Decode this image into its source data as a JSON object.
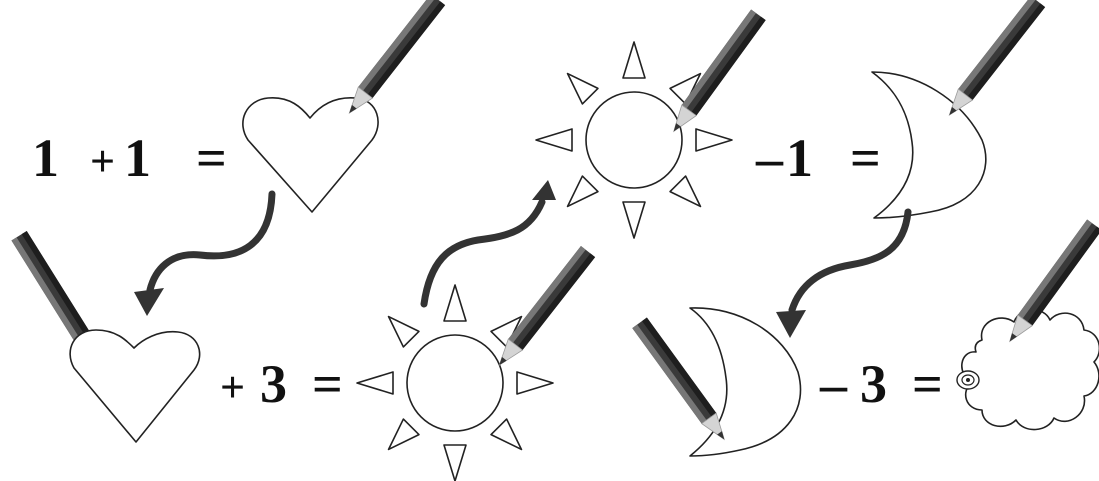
{
  "equations": {
    "row1_left": {
      "a": "1",
      "op": "+",
      "b": "1",
      "eq": "="
    },
    "row1_right": {
      "op": "–",
      "b": "1",
      "eq": "="
    },
    "row2_left": {
      "op": "+",
      "b": "3",
      "eq": "="
    },
    "row2_right": {
      "op": "–",
      "b": "3",
      "eq": "="
    }
  },
  "shapes": [
    "heart",
    "heart",
    "sun",
    "sun",
    "moon",
    "moon",
    "cloud"
  ],
  "icons": {
    "pencil": "pencil-icon",
    "arrow": "curved-arrow"
  },
  "colors": {
    "ink": "#111111",
    "arrow": "#333333",
    "pencil_body": "#3a3a3a",
    "pencil_tip": "#cfcfcf"
  }
}
